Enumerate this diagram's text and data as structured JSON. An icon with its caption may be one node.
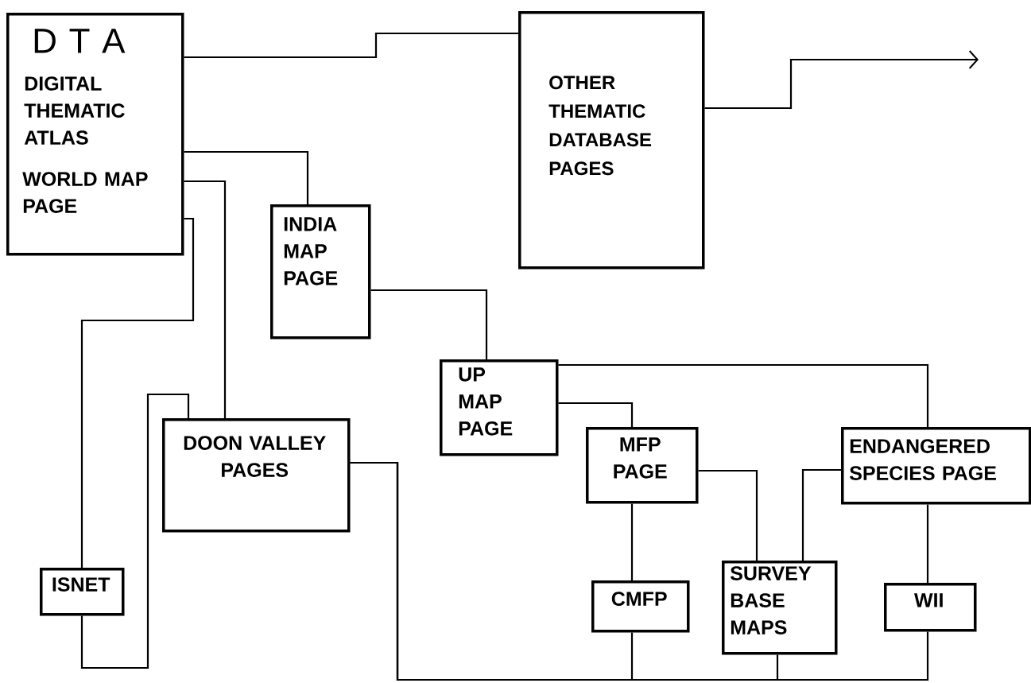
{
  "diagram": {
    "nodes": [
      {
        "text": [
          "D T A",
          "DIGITAL THEMATIC ATLAS",
          "WORLD MAP PAGE"
        ]
      },
      {
        "text": [
          "OTHER THEMATIC DATABASE PAGES"
        ]
      },
      {
        "text": [
          "INDIA MAP PAGE"
        ]
      },
      {
        "text": [
          "UP MAP PAGE"
        ]
      },
      {
        "text": [
          "DOON VALLEY PAGES"
        ]
      },
      {
        "text": [
          "MFP PAGE"
        ]
      },
      {
        "text": [
          "ENDANGERED SPECIES PAGE"
        ]
      },
      {
        "text": [
          "ISNET"
        ]
      },
      {
        "text": [
          "CMFP"
        ]
      },
      {
        "text": [
          "SURVEY BASE MAPS"
        ]
      },
      {
        "text": [
          "WII"
        ]
      }
    ],
    "edges": [
      {
        "from": 0,
        "to": 1,
        "arrow": "none"
      },
      {
        "from": 1,
        "to": null,
        "arrow": "to"
      },
      {
        "from": 0,
        "to": 2,
        "arrow": "none"
      },
      {
        "from": 0,
        "to": 4,
        "arrow": "none"
      },
      {
        "from": 0,
        "to": 7,
        "arrow": "none"
      },
      {
        "from": 7,
        "to": 4,
        "arrow": "none"
      },
      {
        "from": 2,
        "to": 3,
        "arrow": "none"
      },
      {
        "from": 3,
        "to": 5,
        "arrow": "none"
      },
      {
        "from": 3,
        "to": 6,
        "arrow": "none"
      },
      {
        "from": 5,
        "to": 8,
        "arrow": "none"
      },
      {
        "from": 5,
        "to": 9,
        "arrow": "none"
      },
      {
        "from": 6,
        "to": 9,
        "arrow": "none"
      },
      {
        "from": 6,
        "to": 10,
        "arrow": "none"
      },
      {
        "from": 4,
        "to": 8,
        "arrow": "none"
      },
      {
        "from": 4,
        "to": 9,
        "arrow": "none"
      },
      {
        "from": 4,
        "to": 10,
        "arrow": "none"
      }
    ]
  }
}
